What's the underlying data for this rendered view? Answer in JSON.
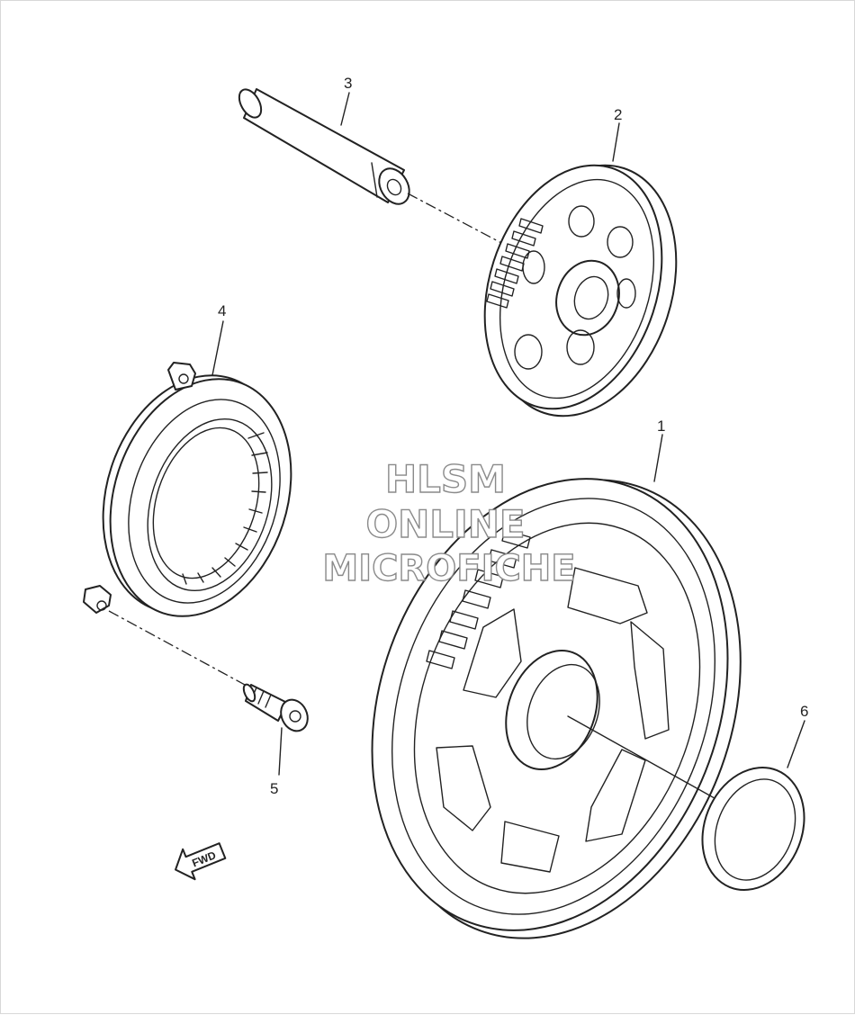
{
  "callouts": [
    {
      "id": "1",
      "label": "1"
    },
    {
      "id": "2",
      "label": "2"
    },
    {
      "id": "3",
      "label": "3"
    },
    {
      "id": "4",
      "label": "4"
    },
    {
      "id": "5",
      "label": "5"
    },
    {
      "id": "6",
      "label": "6"
    }
  ],
  "watermark": {
    "line1": "HLSM",
    "line2": "ONLINE",
    "line3": "MICROFICHE"
  },
  "direction_arrow": {
    "label": "FWD"
  },
  "colors": {
    "line": "#222222",
    "watermark_outline": "#8a8a8a",
    "background": "#ffffff"
  }
}
